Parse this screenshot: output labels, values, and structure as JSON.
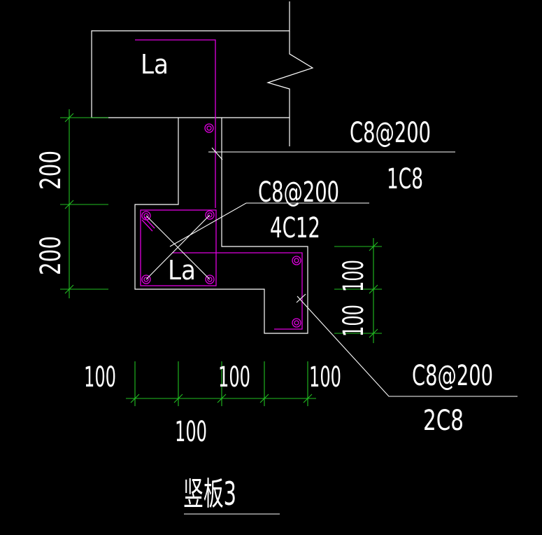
{
  "colors": {
    "background": "#000000",
    "outline": "#ffffff",
    "rebar": "#e000e0",
    "dimension": "#22c022",
    "text": "#ffffff"
  },
  "labels": {
    "anchorage_top": "La",
    "anchorage_mid": "La",
    "callout_1_spec": "C8@200",
    "callout_1_bars": "1C8",
    "callout_2_spec": "C8@200",
    "callout_2_bars": "4C12",
    "callout_3_spec": "C8@200",
    "callout_3_bars": "2C8",
    "title": "竖板3"
  },
  "dimensions": {
    "left_upper": "200",
    "left_lower": "200",
    "right_upper": "100",
    "right_lower": "100",
    "bottom_1": "100",
    "bottom_2": "100",
    "bottom_3": "100",
    "bottom_total": "100"
  }
}
